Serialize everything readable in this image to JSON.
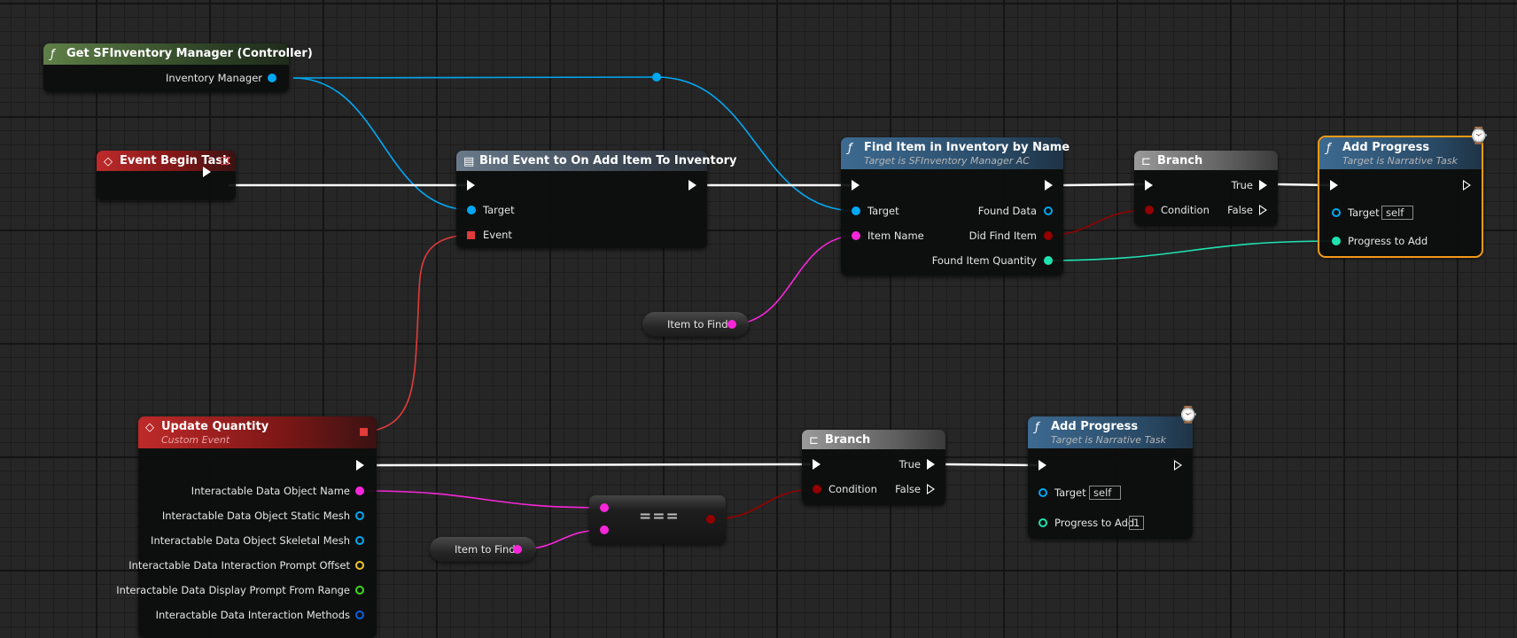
{
  "colors": {
    "exec": "#ffffff",
    "object": "#00a8f3",
    "string": "#f726d8",
    "boolean": "#940000",
    "integer": "#1fe3af",
    "delegate": "#e23b3b",
    "vector": "#f0c22a",
    "struct": "#0d5ee4",
    "float": "#3ddb1c",
    "selection": "#f59a17"
  },
  "icons": {
    "function": "function-icon",
    "event": "event-icon",
    "bind": "delegate-icon",
    "branch": "branch-icon",
    "latent": "latent-clock-icon"
  },
  "nodes": {
    "get_manager": {
      "title": "Get SFInventory Manager (Controller)",
      "out": "Inventory Manager"
    },
    "event_begin": {
      "title": "Event Begin Task"
    },
    "bind_event": {
      "title": "Bind Event to On Add Item To Inventory",
      "target": "Target",
      "event": "Event"
    },
    "find_item": {
      "title": "Find Item in Inventory by Name",
      "subtitle": "Target is SFInventory Manager AC",
      "target": "Target",
      "item_name": "Item Name",
      "found_data": "Found Data",
      "did_find": "Did Find Item",
      "quantity": "Found Item Quantity"
    },
    "branch_top": {
      "title": "Branch",
      "condition": "Condition",
      "true": "True",
      "false": "False"
    },
    "add_progress_top": {
      "title": "Add Progress",
      "subtitle": "Target is Narrative Task",
      "target": "Target",
      "target_value": "self",
      "progress": "Progress to Add"
    },
    "item_var_top": {
      "label": "Item to Find"
    },
    "update_qty": {
      "title": "Update Quantity",
      "subtitle": "Custom Event",
      "outputs": [
        "Interactable Data Object Name",
        "Interactable Data Object Static Mesh",
        "Interactable Data Object Skeletal Mesh",
        "Interactable Data Interaction Prompt Offset",
        "Interactable Data Display Prompt From Range",
        "Interactable Data Interaction Methods"
      ]
    },
    "equal": {
      "label": "==="
    },
    "item_var_bottom": {
      "label": "Item to Find"
    },
    "branch_bottom": {
      "title": "Branch",
      "condition": "Condition",
      "true": "True",
      "false": "False"
    },
    "add_progress_bottom": {
      "title": "Add Progress",
      "subtitle": "Target is Narrative Task",
      "target": "Target",
      "target_value": "self",
      "progress": "Progress to Add",
      "progress_value": "1"
    }
  }
}
